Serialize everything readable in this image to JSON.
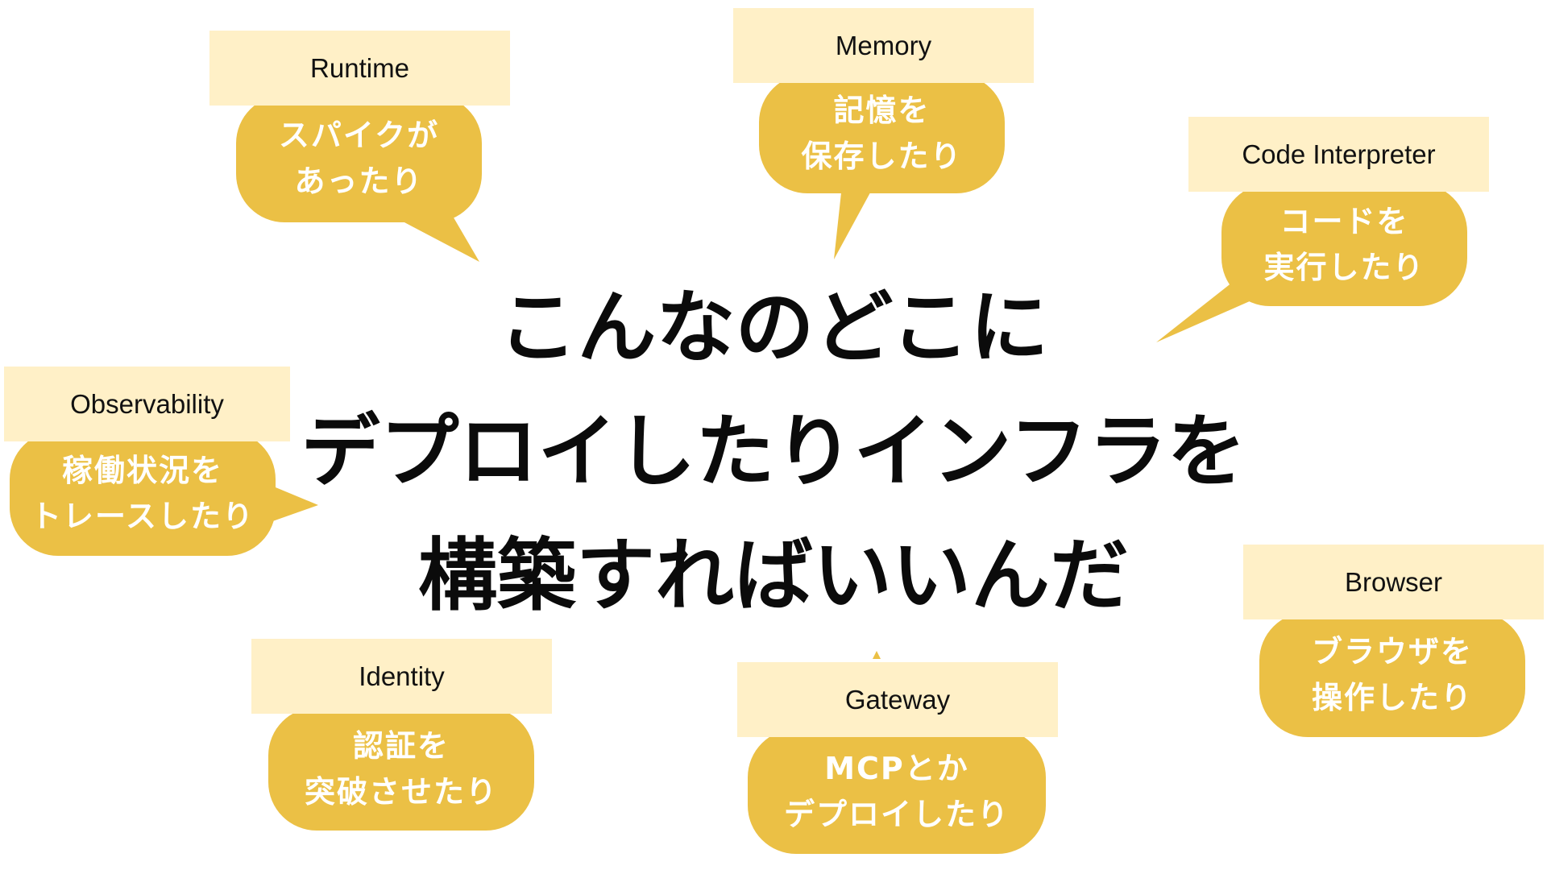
{
  "headline": {
    "lines": [
      "こんなのどこに",
      "デプロイしたりインフラを",
      "構築すればいいんだ"
    ]
  },
  "cards": {
    "runtime": {
      "tag": "Runtime",
      "line1": "スパイクが",
      "line2": "あったり"
    },
    "memory": {
      "tag": "Memory",
      "line1": "記憶を",
      "line2": "保存したり"
    },
    "code_interpreter": {
      "tag": "Code Interpreter",
      "line1": "コードを",
      "line2": "実行したり"
    },
    "observability": {
      "tag": "Observability",
      "line1": "稼働状況を",
      "line2": "トレースしたり"
    },
    "browser": {
      "tag": "Browser",
      "line1": "ブラウザを",
      "line2": "操作したり"
    },
    "identity": {
      "tag": "Identity",
      "line1": "認証を",
      "line2": "突破させたり"
    },
    "gateway": {
      "tag": "Gateway",
      "line1": "MCPとか",
      "line2": "デプロイしたり"
    }
  },
  "colors": {
    "bubble": "#EBC045",
    "tag": "#FFF0C7",
    "bubble_text": "#FFFFFF",
    "headline": "#0B0B0B"
  }
}
